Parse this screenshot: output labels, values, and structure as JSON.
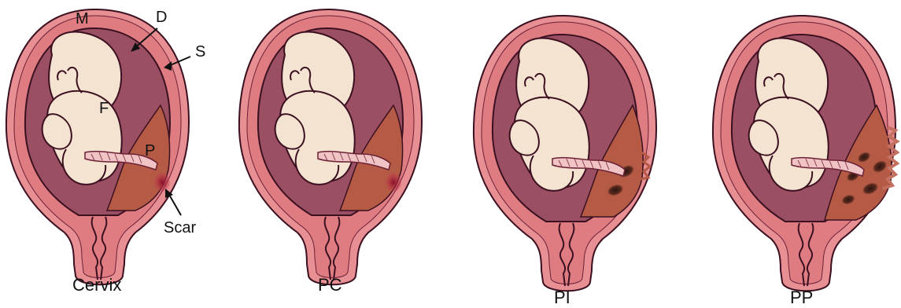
{
  "labels": {
    "myometrium": "M",
    "decidua": "D",
    "serosa": "S",
    "fetus": "F",
    "placenta": "P",
    "scar": "Scar"
  },
  "panels": [
    {
      "id": "normal",
      "caption": "Cervix",
      "invasion_spots": 0,
      "has_scar": true
    },
    {
      "id": "pc",
      "caption": "PC",
      "invasion_spots": 0,
      "has_scar": true
    },
    {
      "id": "pi",
      "caption": "PI",
      "invasion_spots": 2,
      "has_scar": false
    },
    {
      "id": "pp",
      "caption": "PP",
      "invasion_spots": 5,
      "has_scar": false
    }
  ],
  "colors": {
    "serosa": "#e88f93",
    "myometrium": "#de7c82",
    "cavity": "#9a4f63",
    "fetus": "#f5e3d1",
    "placenta": "#b55a45",
    "scar": "#a0193a",
    "cord": "#f0c4c4",
    "outline": "#3b1020"
  }
}
